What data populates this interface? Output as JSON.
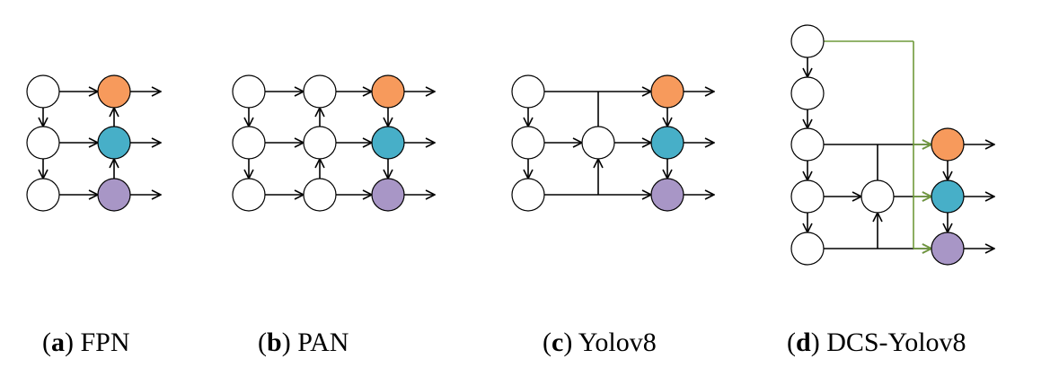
{
  "colors": {
    "orange": "#f79a5c",
    "blue": "#47afc8",
    "purple": "#a896c6",
    "white": "#ffffff",
    "stroke": "#000000",
    "green": "#6f9a3a"
  },
  "panels": [
    {
      "letter": "a",
      "name": "FPN"
    },
    {
      "letter": "b",
      "name": "PAN"
    },
    {
      "letter": "c",
      "name": "Yolov8"
    },
    {
      "letter": "d",
      "name": "DCS-Yolov8"
    }
  ]
}
